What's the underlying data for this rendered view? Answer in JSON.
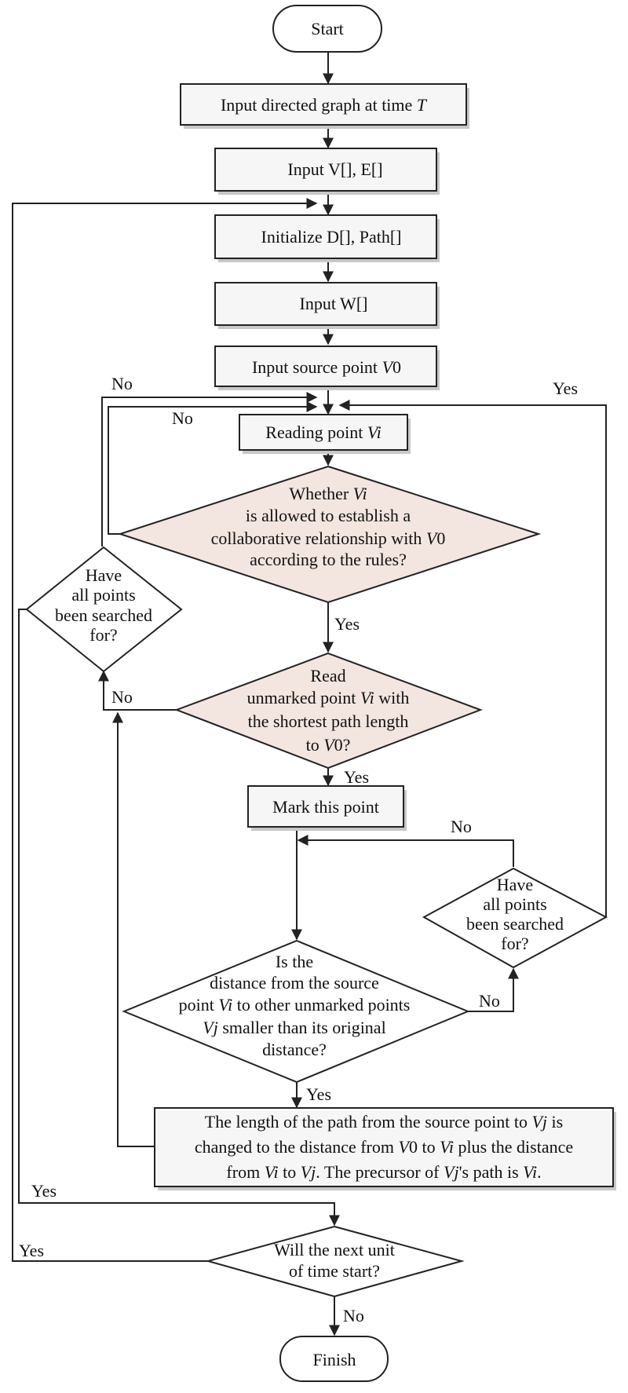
{
  "nodes": {
    "start": {
      "label": "Start"
    },
    "input_graph": {
      "text": "Input directed graph at time ",
      "var": "T"
    },
    "input_ve": {
      "label": "Input V[], E[]"
    },
    "initialize": {
      "label": "Initialize D[], Path[]"
    },
    "input_w": {
      "label": "Input W[]"
    },
    "input_source": {
      "text": "Input source point ",
      "var": "V",
      "sub": "0"
    },
    "reading": {
      "text": "Reading point ",
      "var": "Vi"
    },
    "whether": {
      "l1_text": "Whether ",
      "l1_var": "Vi",
      "l2": "is allowed to establish a",
      "l3": "collaborative relationship with ",
      "l3_var": "V",
      "l3_sub": "0",
      "l4": "according to the rules?"
    },
    "read_unmarked": {
      "l1": "Read",
      "l2_text": "unmarked point ",
      "l2_var": "Vi",
      "l2_end": " with",
      "l3": "the shortest path length",
      "l4_text": "to ",
      "l4_var": "V",
      "l4_sub": "0?"
    },
    "have_all_left": {
      "l1": "Have",
      "l2": "all points",
      "l3": "been searched",
      "l4": "for?"
    },
    "mark": {
      "label": "Mark this point"
    },
    "have_all_right": {
      "l1": "Have",
      "l2": "all points",
      "l3": "been searched",
      "l4": "for?"
    },
    "distance": {
      "l1": "Is the",
      "l2": "distance from the source",
      "l3_text": "point ",
      "l3_var": "Vi",
      "l3_end": " to other unmarked points",
      "l4_var": "Vj",
      "l4_end": " smaller than its original",
      "l5": "distance?"
    },
    "update": {
      "l1_text": "The length of the path from the source point to ",
      "l1_var": "Vj",
      "l1_end": " is",
      "l2_text": "changed to the distance from ",
      "l2_var1": "V",
      "l2_sub": "0",
      "l2_mid": " to ",
      "l2_var2": "Vi",
      "l2_end": " plus the distance",
      "l3_text": "from ",
      "l3_var1": "Vi",
      "l3_mid": " to ",
      "l3_var2": "Vj",
      "l3_mid2": ". The precursor of ",
      "l3_var3": "Vj",
      "l3_mid3": "'s path is ",
      "l3_var4": "Vi",
      "l3_end": "."
    },
    "next_unit": {
      "l1": "Will the next unit",
      "l2": "of time start?"
    },
    "finish": {
      "label": "Finish"
    }
  },
  "edge_labels": {
    "no_top_left": "No",
    "no_inner_left": "No",
    "yes_top_right": "Yes",
    "yes_whether": "Yes",
    "no_read": "No",
    "yes_read": "Yes",
    "no_right_diamond": "No",
    "no_distance": "No",
    "yes_distance": "Yes",
    "yes_left_outer": "Yes",
    "yes_next_unit": "Yes",
    "no_next_unit": "No"
  },
  "colors": {
    "box_fill": "#f6f6f6",
    "diamond_fill": "#f3e5e0",
    "stroke": "#222222"
  }
}
